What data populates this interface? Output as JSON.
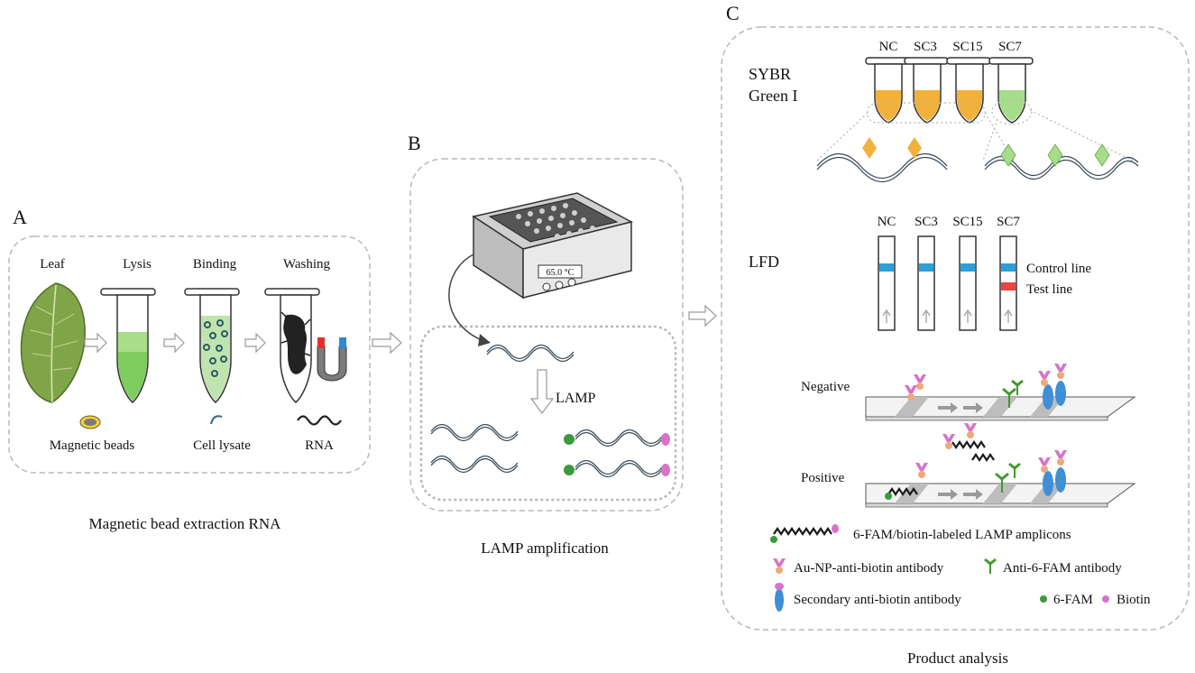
{
  "panel_a": {
    "letter": "A",
    "steps": [
      "Leaf",
      "Lysis",
      "Binding",
      "Washing"
    ],
    "legend": [
      "Magnetic beads",
      "Cell lysate",
      "RNA"
    ],
    "caption": "Magnetic bead extraction RNA"
  },
  "panel_b": {
    "letter": "B",
    "display": "65.0 °C",
    "lamp": "LAMP",
    "caption": "LAMP amplification"
  },
  "panel_c": {
    "letter": "C",
    "sybr": [
      "SYBR",
      "Green I"
    ],
    "tubes": [
      "NC",
      "SC3",
      "SC15",
      "SC7"
    ],
    "lfd_label": "LFD",
    "strips": [
      "NC",
      "SC3",
      "SC15",
      "SC7"
    ],
    "control_line": "Control line",
    "test_line": "Test line",
    "negative": "Negative",
    "positive": "Positive",
    "legend": {
      "amplicons": "6-FAM/biotin-labeled LAMP amplicons",
      "aunp": "Au-NP-anti-biotin antibody",
      "anti_fam": "Anti-6-FAM antibody",
      "secondary": "Secondary anti-biotin antibody",
      "fam": "6-FAM",
      "biotin": "Biotin"
    },
    "caption": "Product analysis"
  },
  "colors": {
    "orange": "#f2b13b",
    "green": "#a6dd8a",
    "blue_line": "#2d9fd9",
    "red_line": "#e8463f",
    "pink": "#d873c9",
    "fam_green": "#3c9a3c",
    "antibody_green": "#3e9a2b",
    "secondary_blue": "#3f8fd6"
  }
}
